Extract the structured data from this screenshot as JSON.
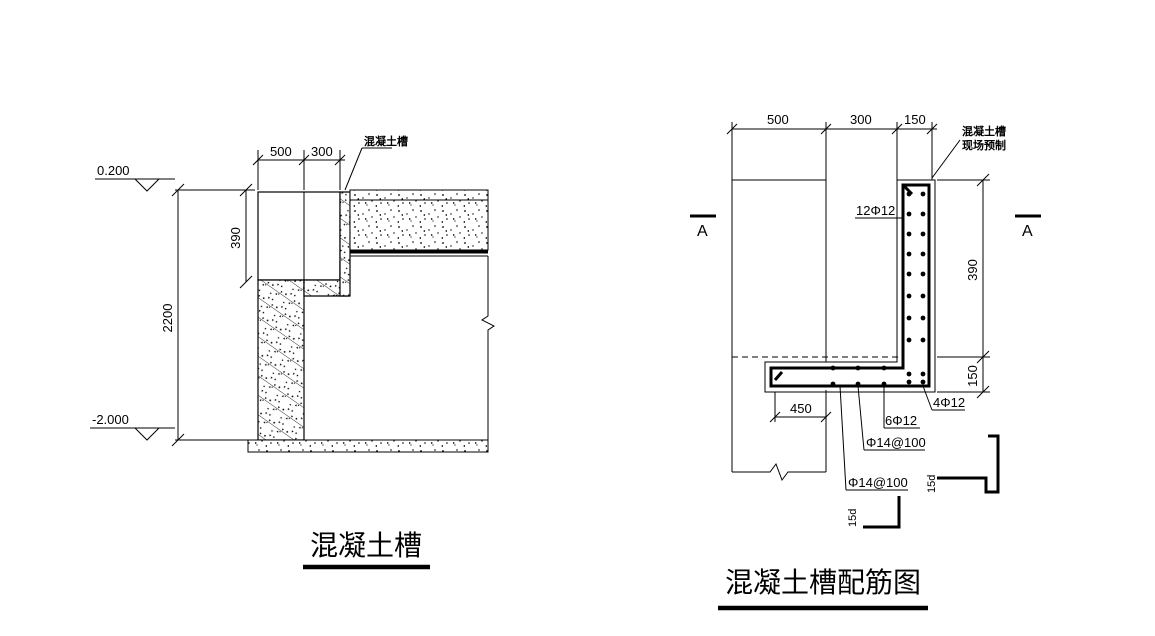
{
  "left": {
    "level_top": "0.200",
    "level_bottom": "-2.000",
    "dim_500": "500",
    "dim_300": "300",
    "dim_390": "390",
    "dim_2200": "2200",
    "callout": "混凝土槽",
    "title": "混凝土槽"
  },
  "right": {
    "dim_500": "500",
    "dim_300": "300",
    "dim_150_top": "150",
    "dim_390": "390",
    "dim_150_right": "150",
    "dim_450": "450",
    "callout_line1": "混凝土槽",
    "callout_line2": "现场预制",
    "rebar_vertical": "12Φ12",
    "rebar_bottom": "6Φ12",
    "rebar_corner": "4Φ12",
    "rebar_stirrup1": "Φ14@100",
    "rebar_stirrup2": "Φ14@100",
    "section_left": "A",
    "section_right": "A",
    "hook_label_bottom": "15d",
    "hook_label_right": "15d",
    "title": "混凝土槽配筋图"
  }
}
